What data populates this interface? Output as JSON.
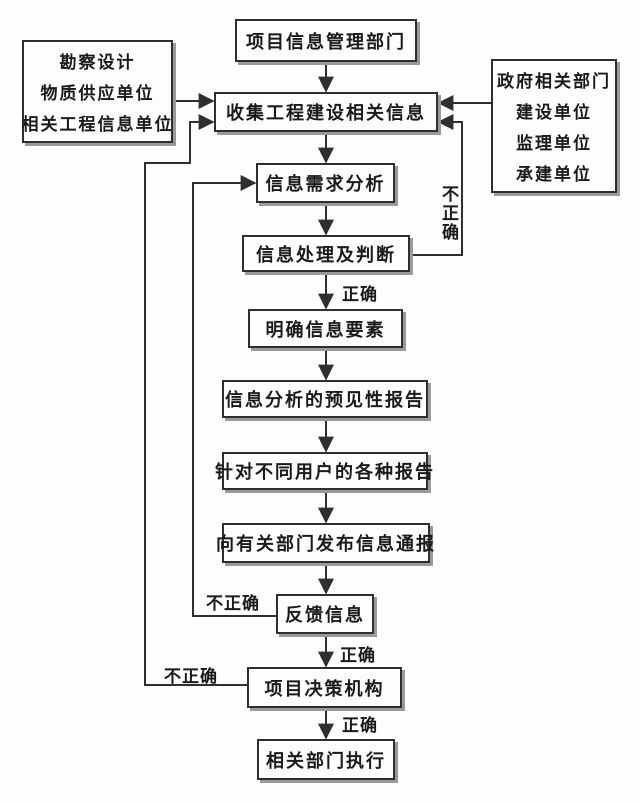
{
  "diagram": {
    "nodes": {
      "top_dept": "项目信息管理部门",
      "collect": "收集工程建设相关信息",
      "demand": "信息需求分析",
      "process": "信息处理及判断",
      "clarify": "明确信息要素",
      "predictive": "信息分析的预见性报告",
      "reports": "针对不同用户的各种报告",
      "publish": "向有关部门发布信息通报",
      "feedback": "反馈信息",
      "decision": "项目决策机构",
      "execute": "相关部门执行"
    },
    "left_sources": [
      "勘察设计",
      "物质供应单位",
      "相关工程信息单位"
    ],
    "right_sources": [
      "政府相关部门",
      "建设单位",
      "监理单位",
      "承建单位"
    ],
    "edge_labels": {
      "correct_after_process": "正确",
      "correct_after_feedback": "正确",
      "correct_after_decision": "正确",
      "incorrect_from_process": "不正确",
      "incorrect_from_feedback": "不正确",
      "incorrect_from_decision": "不正确"
    },
    "colors": {
      "line": "#2f2f2f",
      "box_background": "#fdfdfd",
      "box_shadow": "#9a9a9a",
      "text": "#1a1a1a"
    }
  }
}
